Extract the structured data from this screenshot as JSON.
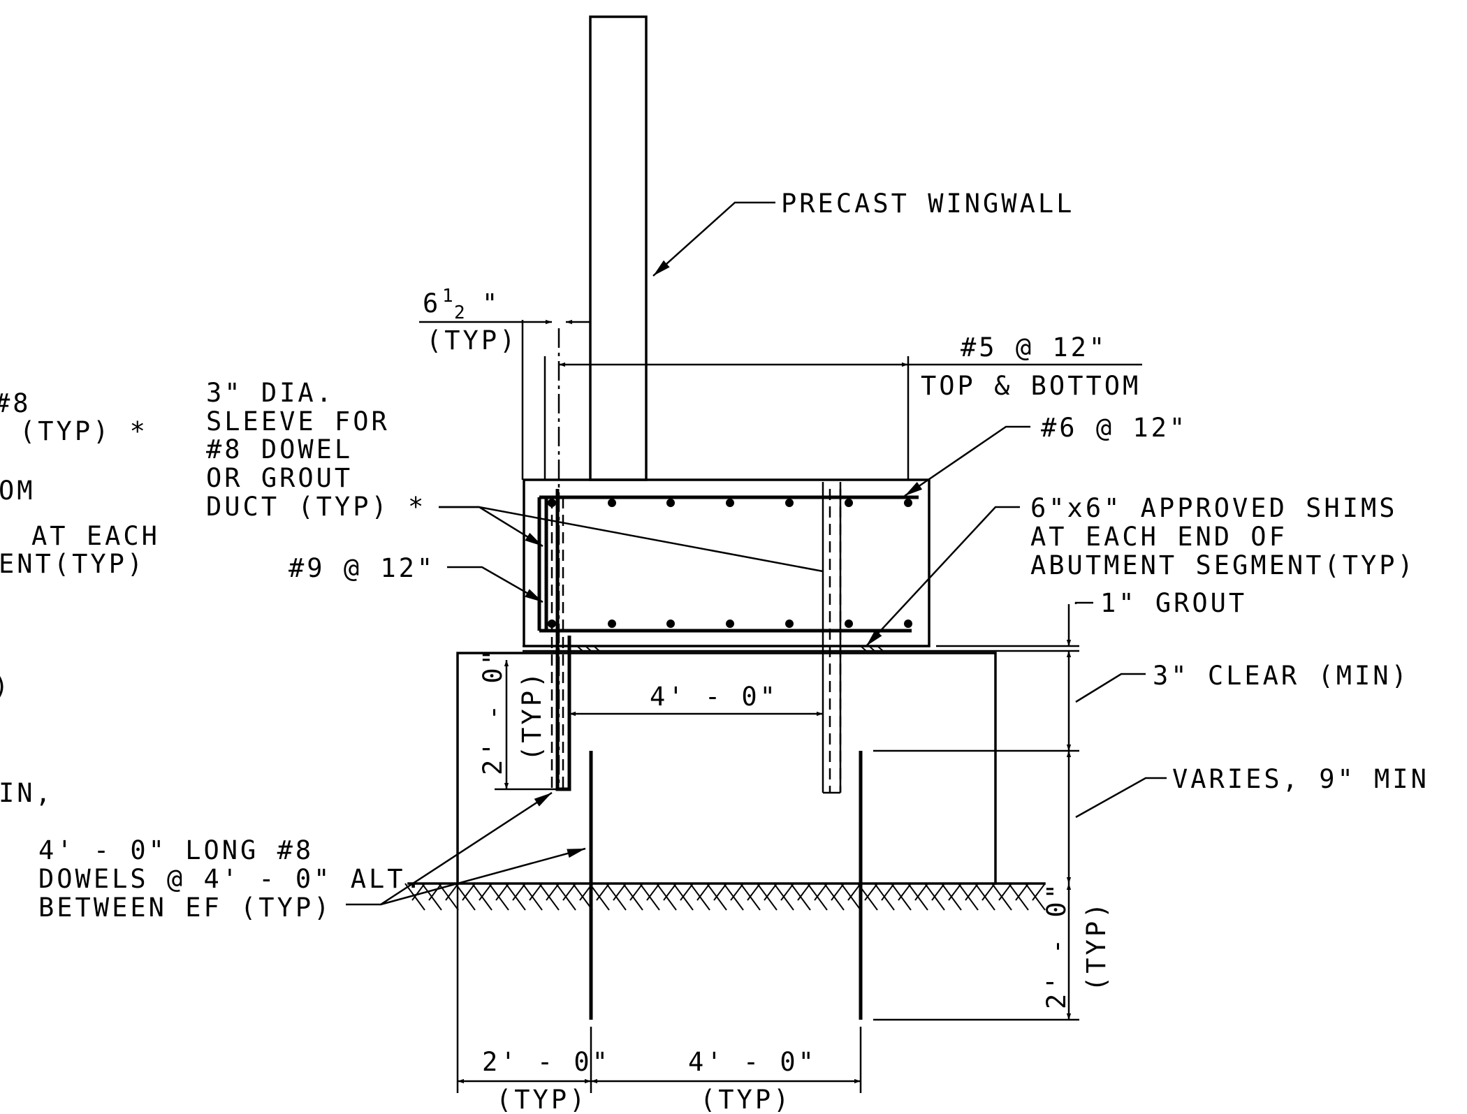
{
  "labels": {
    "precast_wingwall": "PRECAST WINGWALL",
    "dim_6half_a": "6",
    "dim_6half_b": "1",
    "dim_6half_c": "2",
    "dim_6half_d": "\"",
    "typ": "(TYP)",
    "top_bar_a": "#5 @ 12\"",
    "top_bar_b": "TOP & BOTTOM",
    "bar_6": "#6 @ 12\"",
    "sleeve_1": "3\" DIA.",
    "sleeve_2": "SLEEVE FOR",
    "sleeve_3": "#8 DOWEL",
    "sleeve_4": "OR GROUT",
    "sleeve_5": "DUCT  (TYP)  *",
    "bar_9": "#9 @ 12\"",
    "shims_1": "6\"x6\" APPROVED SHIMS",
    "shims_2": "AT EACH END OF",
    "shims_3": "ABUTMENT SEGMENT(TYP)",
    "grout": "1\" GROUT",
    "clear": "3\" CLEAR  (MIN)",
    "varies": "VARIES, 9\" MIN",
    "dim_4ft": "4' - 0\"",
    "dim_2ft_typ_a": "2' - 0\"",
    "dim_2ft_typ_b": "(TYP)",
    "dowels_1": "4' - 0\" LONG #8",
    "dowels_2": "DOWELS @ 4' - 0\" ALT.",
    "dowels_3": "BETWEEN EF  (TYP)",
    "dim_2ft_right_a": "2' - 0\"",
    "dim_2ft_right_b": "(TYP)",
    "bottom_dim_left_a": "2' - 0\"",
    "bottom_dim_left_b": "(TYP)",
    "bottom_dim_right_a": "4' - 0\"",
    "bottom_dim_right_b": "(TYP)",
    "cut_1": "#8",
    "cut_2": "(TYP)  *",
    "cut_3": "OM",
    "cut_4": "AT EACH",
    "cut_5": "ENT(TYP)",
    "cut_6": ")",
    "cut_7": "IN,"
  }
}
